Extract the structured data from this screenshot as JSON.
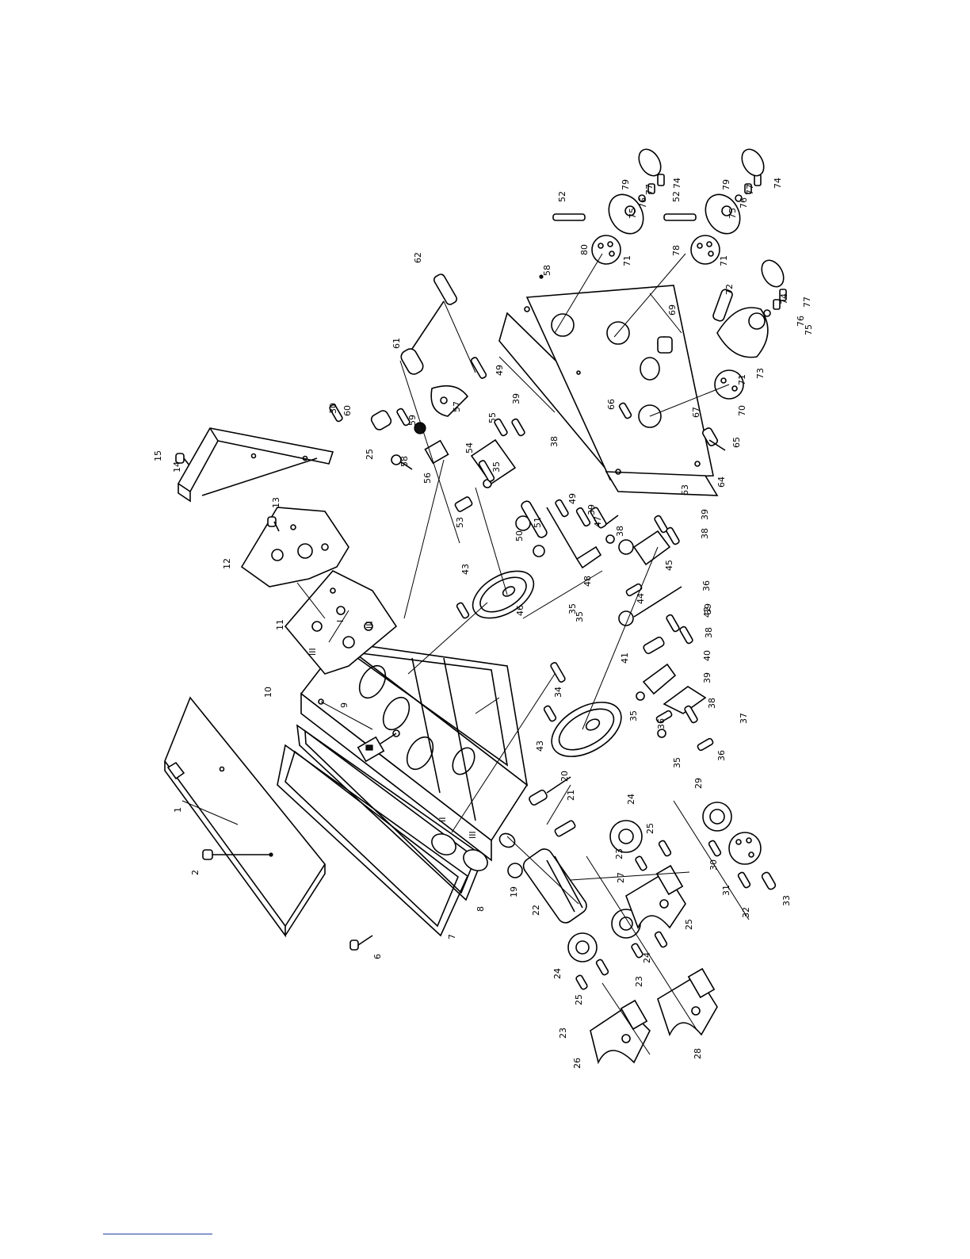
{
  "diagram": {
    "part_numbers": [
      "1",
      "2",
      "6",
      "7",
      "8",
      "9",
      "10",
      "11",
      "12",
      "13",
      "14",
      "15",
      "19",
      "20",
      "21",
      "22",
      "23",
      "24",
      "25",
      "26",
      "27",
      "28",
      "29",
      "30",
      "31",
      "32",
      "33",
      "34",
      "35",
      "36",
      "37",
      "38",
      "39",
      "40",
      "41",
      "42",
      "43",
      "44",
      "45",
      "46",
      "47",
      "48",
      "49",
      "50",
      "51",
      "52",
      "53",
      "54",
      "55",
      "56",
      "57",
      "58",
      "59",
      "60",
      "61",
      "62",
      "63",
      "64",
      "65",
      "66",
      "67",
      "68",
      "69",
      "70",
      "71",
      "72",
      "73",
      "74",
      "75",
      "76",
      "77",
      "78",
      "79",
      "80"
    ],
    "roman_marks": [
      "I",
      "II",
      "III"
    ]
  },
  "colors": {
    "line": "#000000",
    "footer_rule": "#1f3fa0"
  }
}
